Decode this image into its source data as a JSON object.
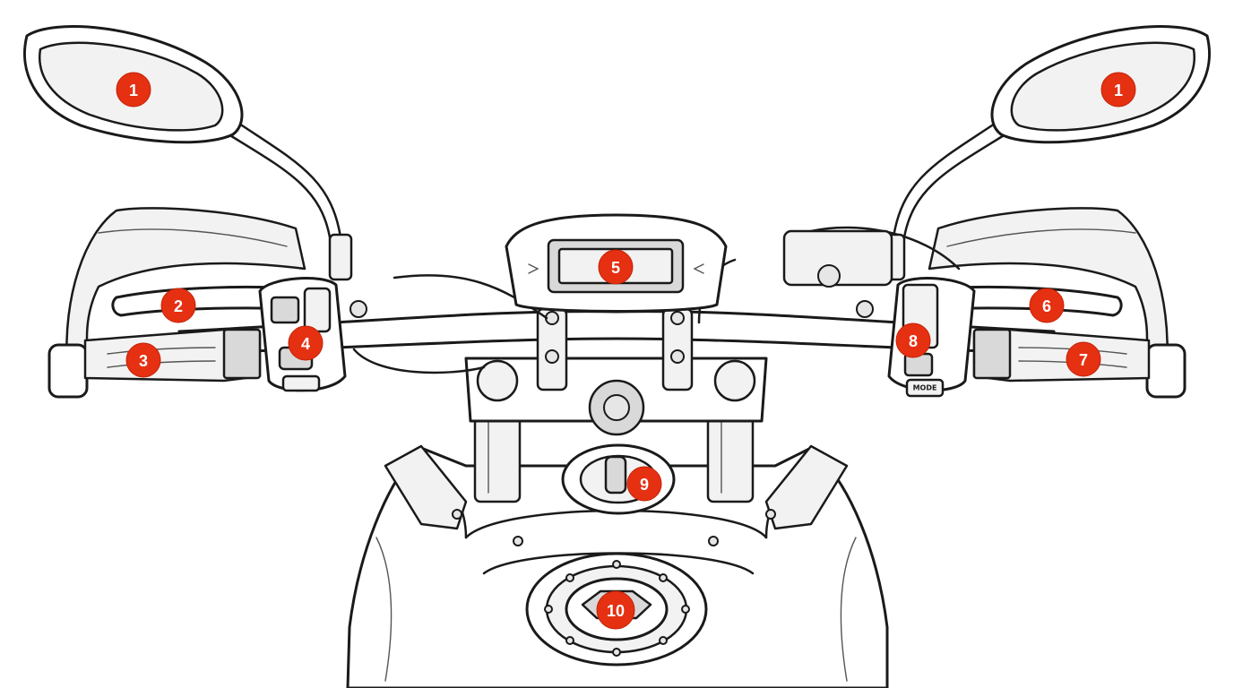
{
  "figure": {
    "subject": "motorcycle handlebar and cockpit line drawing",
    "badge_color": "#e53012",
    "line_color": "#1a1a1a"
  },
  "callouts": [
    {
      "id": "left-mirror",
      "number": "1"
    },
    {
      "id": "right-mirror",
      "number": "1"
    },
    {
      "id": "clutch-lever",
      "number": "2"
    },
    {
      "id": "left-grip",
      "number": "3"
    },
    {
      "id": "left-switch-cluster",
      "number": "4"
    },
    {
      "id": "instrument-display",
      "number": "5"
    },
    {
      "id": "brake-lever",
      "number": "6"
    },
    {
      "id": "throttle-grip",
      "number": "7"
    },
    {
      "id": "right-switch-cluster",
      "number": "8"
    },
    {
      "id": "ignition-switch",
      "number": "9"
    },
    {
      "id": "fuel-cap",
      "number": "10"
    }
  ],
  "switch_labels": {
    "right_mode_button": "MODE"
  }
}
